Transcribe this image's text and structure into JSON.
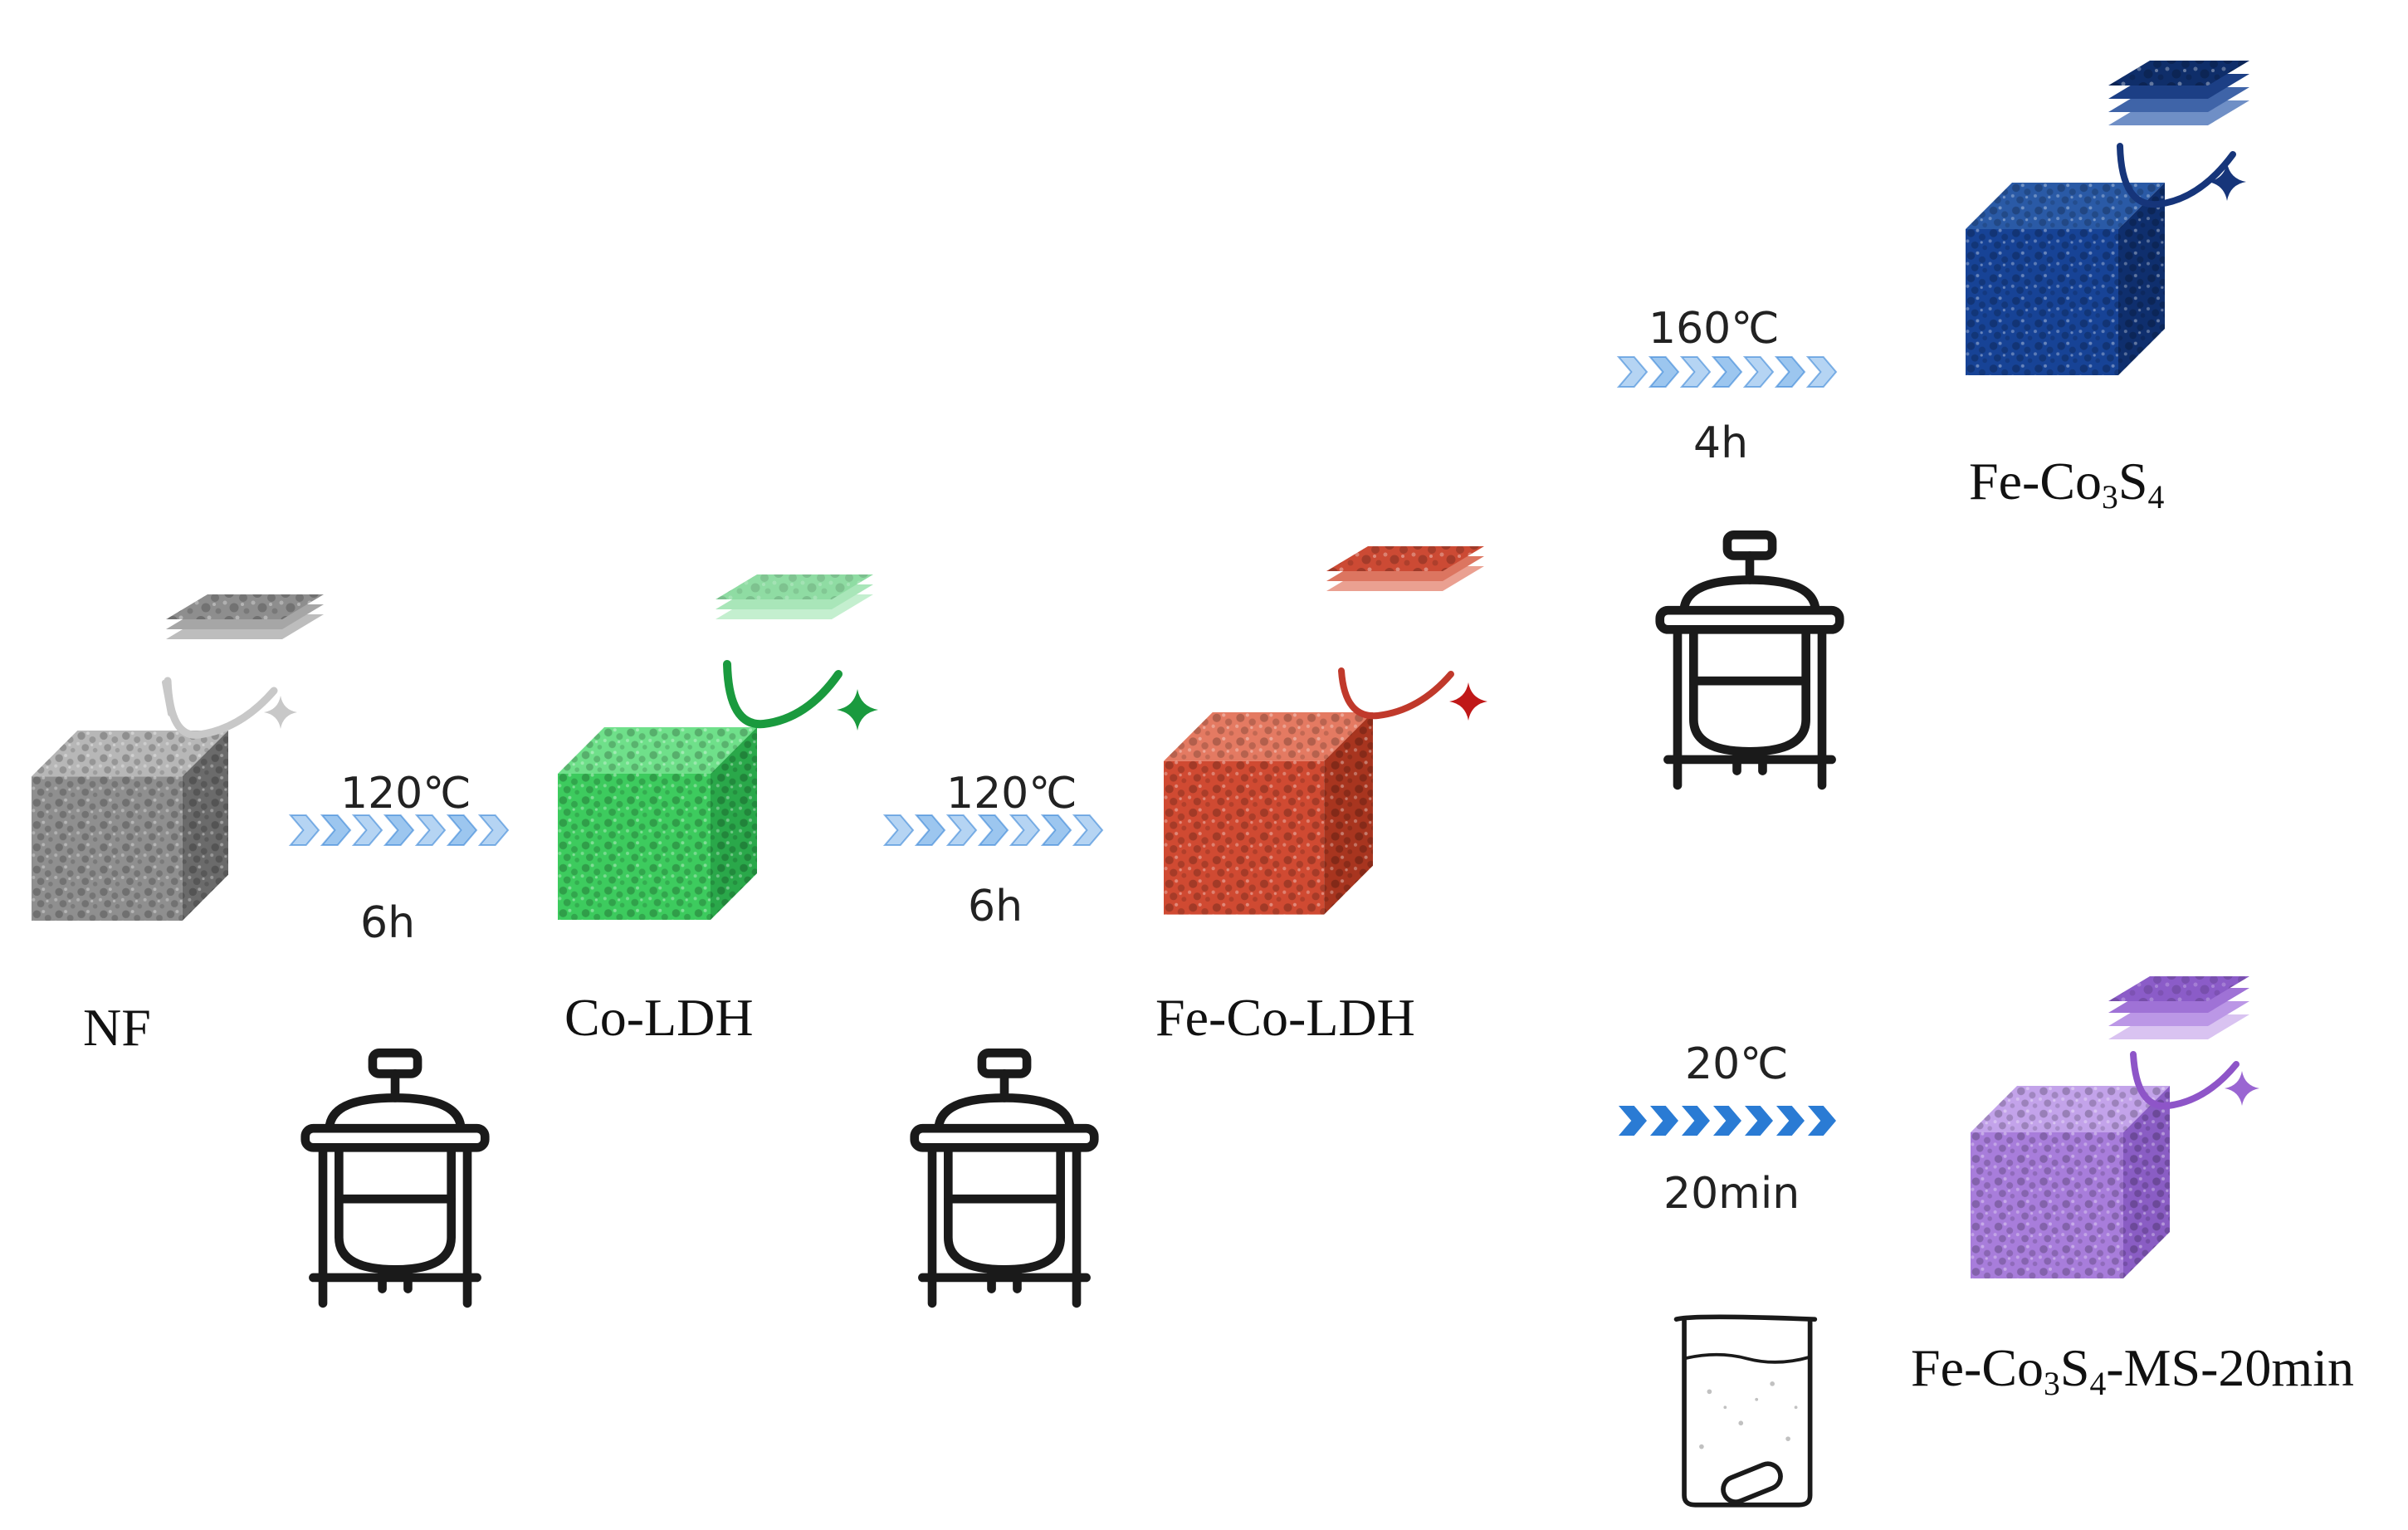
{
  "colors": {
    "nf": "#8a8a8a",
    "co_ldh": "#38c75a",
    "fe_co_ldh": "#cf4a35",
    "fe_co3s4": "#163f8a",
    "fe_co3s4_ms": "#a276d6",
    "arrow": "#2a7bd4",
    "arrow_light": "#9cc6ef",
    "vessel": "#1a1a1a"
  },
  "labels": {
    "nf": "NF",
    "co_ldh": "Co-LDH",
    "fe_co_ldh": "Fe-Co-LDH",
    "fe_co3s4": {
      "a": "Fe-Co",
      "b": "3",
      "c": "S",
      "d": "4"
    },
    "fe_co3s4_ms": {
      "a": "Fe-Co",
      "b": "3",
      "c": "S",
      "d": "4",
      "e": "-MS-20min"
    }
  },
  "steps": {
    "step1": {
      "temp": "120℃",
      "time": "6h"
    },
    "step2": {
      "temp": "120℃",
      "time": "6h"
    },
    "step3": {
      "temp": "160℃",
      "time": "4h"
    },
    "step4": {
      "temp": "20℃",
      "time": "20min"
    }
  },
  "icons": {
    "reactor": "autoclave-reactor-icon",
    "beaker": "beaker-stir-bar-icon",
    "cube": "porous-foam-cube-icon",
    "sheet": "layered-nanosheet-icon",
    "zoom": "magnify-swoosh-sparkle-icon"
  }
}
